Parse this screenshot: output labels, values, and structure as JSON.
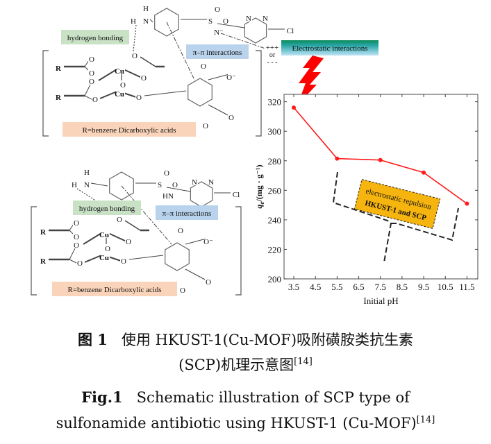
{
  "top_scheme": {
    "atoms": [
      "H",
      "H",
      "N",
      "S",
      "O",
      "O",
      "N⁻",
      "N",
      "N",
      "Cl",
      "O",
      "O",
      "O",
      "O",
      "O",
      "O",
      "O",
      "O",
      "Cu",
      "Cu",
      "R",
      "R",
      "O",
      "O⁻",
      "O",
      "O"
    ],
    "hydrogen_bonding": "hydrogen bonding",
    "pi_pi": "π–π interactions",
    "electrostatic": "Electrostatic interactions",
    "charge_plus": "+++",
    "charge_or": "or",
    "charge_minus": "- - -",
    "r_label": "R=benzene Dicarboxylic acids"
  },
  "bottom_scheme": {
    "atoms": [
      "H",
      "H",
      "N",
      "S",
      "O",
      "O",
      "HN",
      "N",
      "N",
      "Cl",
      "O",
      "O",
      "O",
      "O",
      "O",
      "O",
      "O",
      "O",
      "Cu",
      "Cu",
      "R",
      "R",
      "O",
      "O⁻",
      "O",
      "O"
    ],
    "hydrogen_bonding": "hydrogen bonding",
    "pi_pi": "π–π interactions",
    "r_label": "R=benzene Dicarboxylic acids"
  },
  "colors": {
    "line": "#ff1a1a",
    "hbond_box": "#c9e2c6",
    "pi_box": "#b9d3ec",
    "r_box": "#f9d4ba",
    "annotation_box": "#f6b40e",
    "bolt": "#ff0000"
  },
  "chart_data": {
    "type": "line",
    "x": [
      3.5,
      5.5,
      7.5,
      9.5,
      11.5
    ],
    "series": [
      {
        "name": "qe",
        "values": [
          316,
          281.5,
          280.5,
          272,
          251
        ]
      }
    ],
    "xticks": [
      "3.5",
      "4.5",
      "5.5",
      "6.5",
      "7.5",
      "8.5",
      "9.5",
      "10.5",
      "11.5"
    ],
    "yticks": [
      "200",
      "220",
      "240",
      "260",
      "280",
      "300",
      "320"
    ],
    "xlabel": "Initial pH",
    "ylabel_main": "q",
    "ylabel_sub": "e",
    "ylabel_unit": "/(mg · g⁻¹)",
    "ylim": [
      200,
      325
    ],
    "xlim": [
      3.05,
      12.0
    ],
    "annotation": [
      "electrostatic repulsion",
      "HKUST-1 and SCP"
    ],
    "grid": false
  },
  "caption": {
    "cn_label": "图 1",
    "cn_line1": "使用 HKUST-1(Cu-MOF)吸附磺胺类抗生素",
    "cn_line2": "(SCP)机理示意图",
    "cn_ref": "[14]",
    "en_label": "Fig.1",
    "en_line1": "Schematic illustration of SCP type of",
    "en_line2": "sulfonamide antibiotic using HKUST-1 (Cu-MOF)",
    "en_ref": "[14]"
  }
}
